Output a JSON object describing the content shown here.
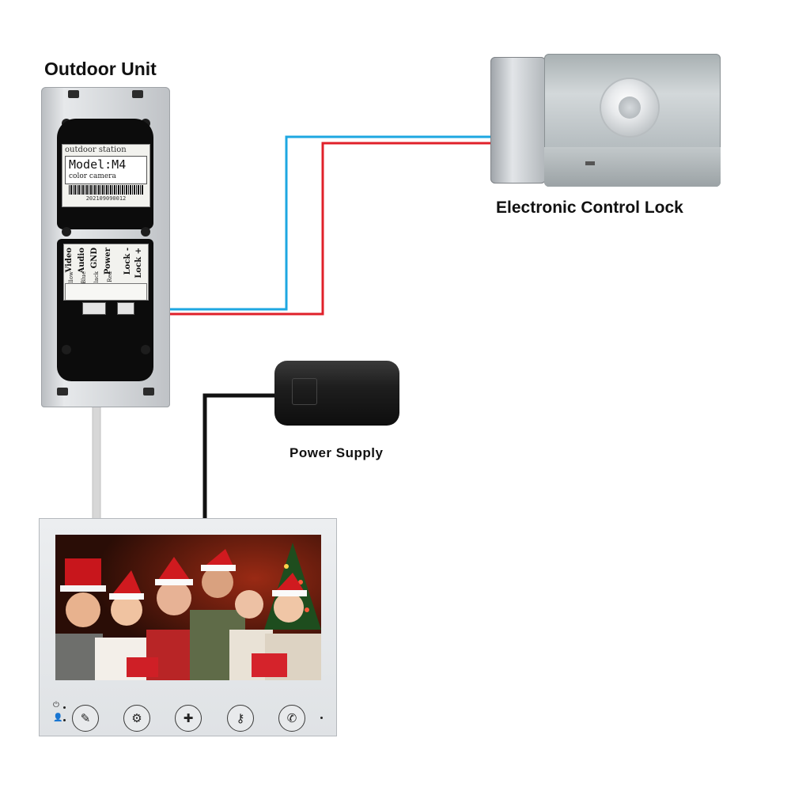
{
  "labels": {
    "outdoor_unit": "Outdoor Unit",
    "lock": "Electronic Control Lock",
    "power_supply": "Power Supply"
  },
  "outdoor_label": {
    "line1": "outdoor station",
    "model": "Model:M4",
    "sub": "color camera",
    "serial": "202109090012"
  },
  "terminals": {
    "names": [
      "Video",
      "Audio",
      "GND",
      "Power",
      "Lock -",
      "Lock +"
    ],
    "colors": [
      "Yellow",
      "Blue",
      "Black",
      "Red"
    ]
  },
  "monitor": {
    "status_icons": [
      "power-icon",
      "user-icon"
    ],
    "buttons": [
      "mute-call-icon",
      "settings-icon",
      "user-add-icon",
      "unlock-key-icon",
      "answer-call-icon"
    ]
  },
  "wire_colors": {
    "blue": "#1ea7e1",
    "red": "#e0202a",
    "black": "#111111",
    "grey": "#d7d7d7"
  }
}
